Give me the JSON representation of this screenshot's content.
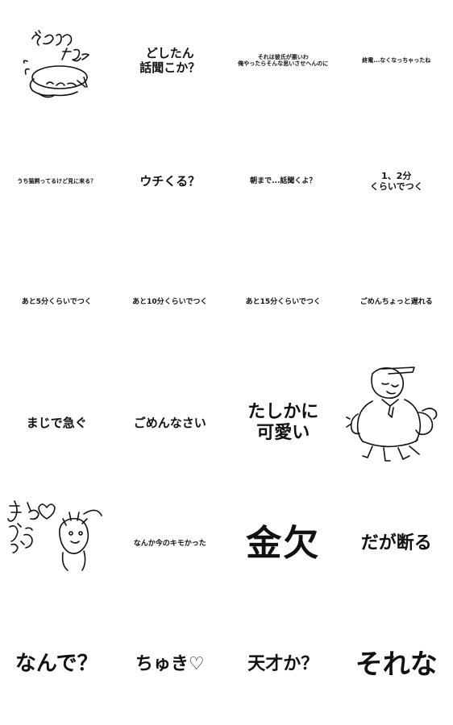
{
  "stickers": [
    {
      "text": "",
      "drawing": "apology-character-drawing",
      "handwritten": "ごめん たそ"
    },
    {
      "text": "どしたん\n話聞こか？"
    },
    {
      "text": "それは彼氏が悪いわ\n俺やったらそんな思いさせへんのに"
    },
    {
      "text": "終電...なくなっちゃったね"
    },
    {
      "text": "うち猫飼ってるけど見に来る？"
    },
    {
      "text": "ウチくる？"
    },
    {
      "text": "朝まで...話聞くよ？"
    },
    {
      "text": "1、2分\nくらいでつく"
    },
    {
      "text": "あと5分くらいでつく"
    },
    {
      "text": "あと10分くらいでつく"
    },
    {
      "text": "あと15分くらいでつく"
    },
    {
      "text": "ごめんちょっと遅れる"
    },
    {
      "text": "まじで急ぐ"
    },
    {
      "text": "ごめんなさい"
    },
    {
      "text": "たしかに\n可愛い"
    },
    {
      "text": "",
      "drawing": "running-person-drawing"
    },
    {
      "text": "",
      "drawing": "face-sketch-drawing",
      "handwritten": "きと♡ かう"
    },
    {
      "text": "なんか今のキモかった"
    },
    {
      "text": "金欠"
    },
    {
      "text": "だが断る"
    },
    {
      "text": "なんで？"
    },
    {
      "text": "ちゅき♡"
    },
    {
      "text": "天才か？"
    },
    {
      "text": "それな"
    }
  ]
}
